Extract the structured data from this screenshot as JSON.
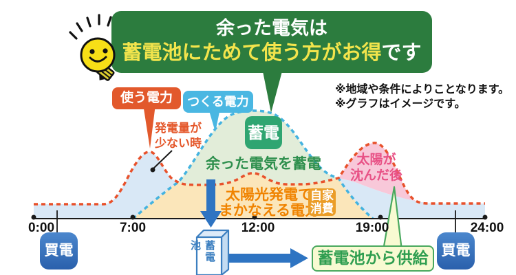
{
  "banner": {
    "line1": "余った電気は",
    "line2_main": "蓄電池にためて使う方がお得",
    "line2_suffix": "です"
  },
  "notes": {
    "text": "※地域や条件によりことなります。\n※グラフはイメージです。"
  },
  "labels": {
    "use_power": "使う電力",
    "make_power": "つくる電力",
    "charge_badge": "蓄電",
    "low_generation": "発電量が\n少ない時",
    "store_surplus": "余った電気を蓄電",
    "solar_covered": "太陽光発電で\nまかなえる電力",
    "self_consumption": "自家\n消費",
    "after_sunset": "太陽が\n沈んだ後",
    "battery": "蓄電池",
    "battery_supply": "蓄電池から供給",
    "buy_left": "買電",
    "buy_right": "買電"
  },
  "axis": {
    "ticks": [
      "0:00",
      "7:00",
      "12:00",
      "19:00",
      "24:00"
    ]
  },
  "colors": {
    "banner_green": "#2c7c3e",
    "banner_highlight": "#f2e44c",
    "usage_line": "#e8512b",
    "generation_line": "#44b3e0",
    "fill_bought_blue": "#d9e8f6",
    "fill_solar_cream": "#fbe6ba",
    "fill_surplus_green": "#e2edd9",
    "fill_sunset_pink": "#f8c8d9",
    "buy_button_blue": "#2a60ac",
    "battery_blue": "#3c7fc0",
    "arrow_blue": "#2e74c2",
    "supply_green": "#2f9e50"
  },
  "chart_data": {
    "type": "area",
    "title": "余った電気は蓄電池にためて使う方がお得です",
    "xlabel": "",
    "ylabel": "",
    "x_tick_labels": [
      "0:00",
      "7:00",
      "12:00",
      "19:00",
      "24:00"
    ],
    "ylim": [
      0,
      170
    ],
    "grid": false,
    "x_hours": [
      0,
      2,
      4,
      6,
      6.5,
      7,
      7.5,
      8,
      8.5,
      9,
      10,
      11,
      12,
      12.5,
      13,
      14,
      15,
      16,
      17,
      17.5,
      18,
      18.5,
      19,
      19.5,
      20,
      21,
      22,
      24
    ],
    "series": [
      {
        "name": "使う電力",
        "line_style": "dashed",
        "color": "#e8512b",
        "values": [
          21,
          21,
          21,
          22,
          30,
          55,
          85,
          97,
          88,
          62,
          50,
          52,
          60,
          66,
          60,
          51,
          50,
          52,
          60,
          75,
          90,
          105,
          110,
          95,
          55,
          24,
          22,
          22
        ]
      },
      {
        "name": "つくる電力",
        "line_style": "dashed",
        "color": "#44b3e0",
        "values": [
          0,
          0,
          0,
          0,
          0,
          0,
          10,
          25,
          45,
          72,
          118,
          148,
          153,
          154,
          150,
          135,
          105,
          70,
          38,
          22,
          12,
          5,
          0,
          0,
          0,
          0,
          0,
          0
        ]
      }
    ],
    "areas": [
      {
        "label": "買電",
        "color": "#d9e8f6"
      },
      {
        "label": "太陽光発電でまかなえる電力",
        "badge": "自家消費",
        "color": "#fbe6ba"
      },
      {
        "label": "余った電気を蓄電",
        "badge": "蓄電",
        "color": "#e2edd9"
      },
      {
        "label": "太陽が沈んだ後",
        "color": "#f8c8d9"
      },
      {
        "label": "蓄電池から供給",
        "color": "#d9e8f6"
      }
    ]
  }
}
